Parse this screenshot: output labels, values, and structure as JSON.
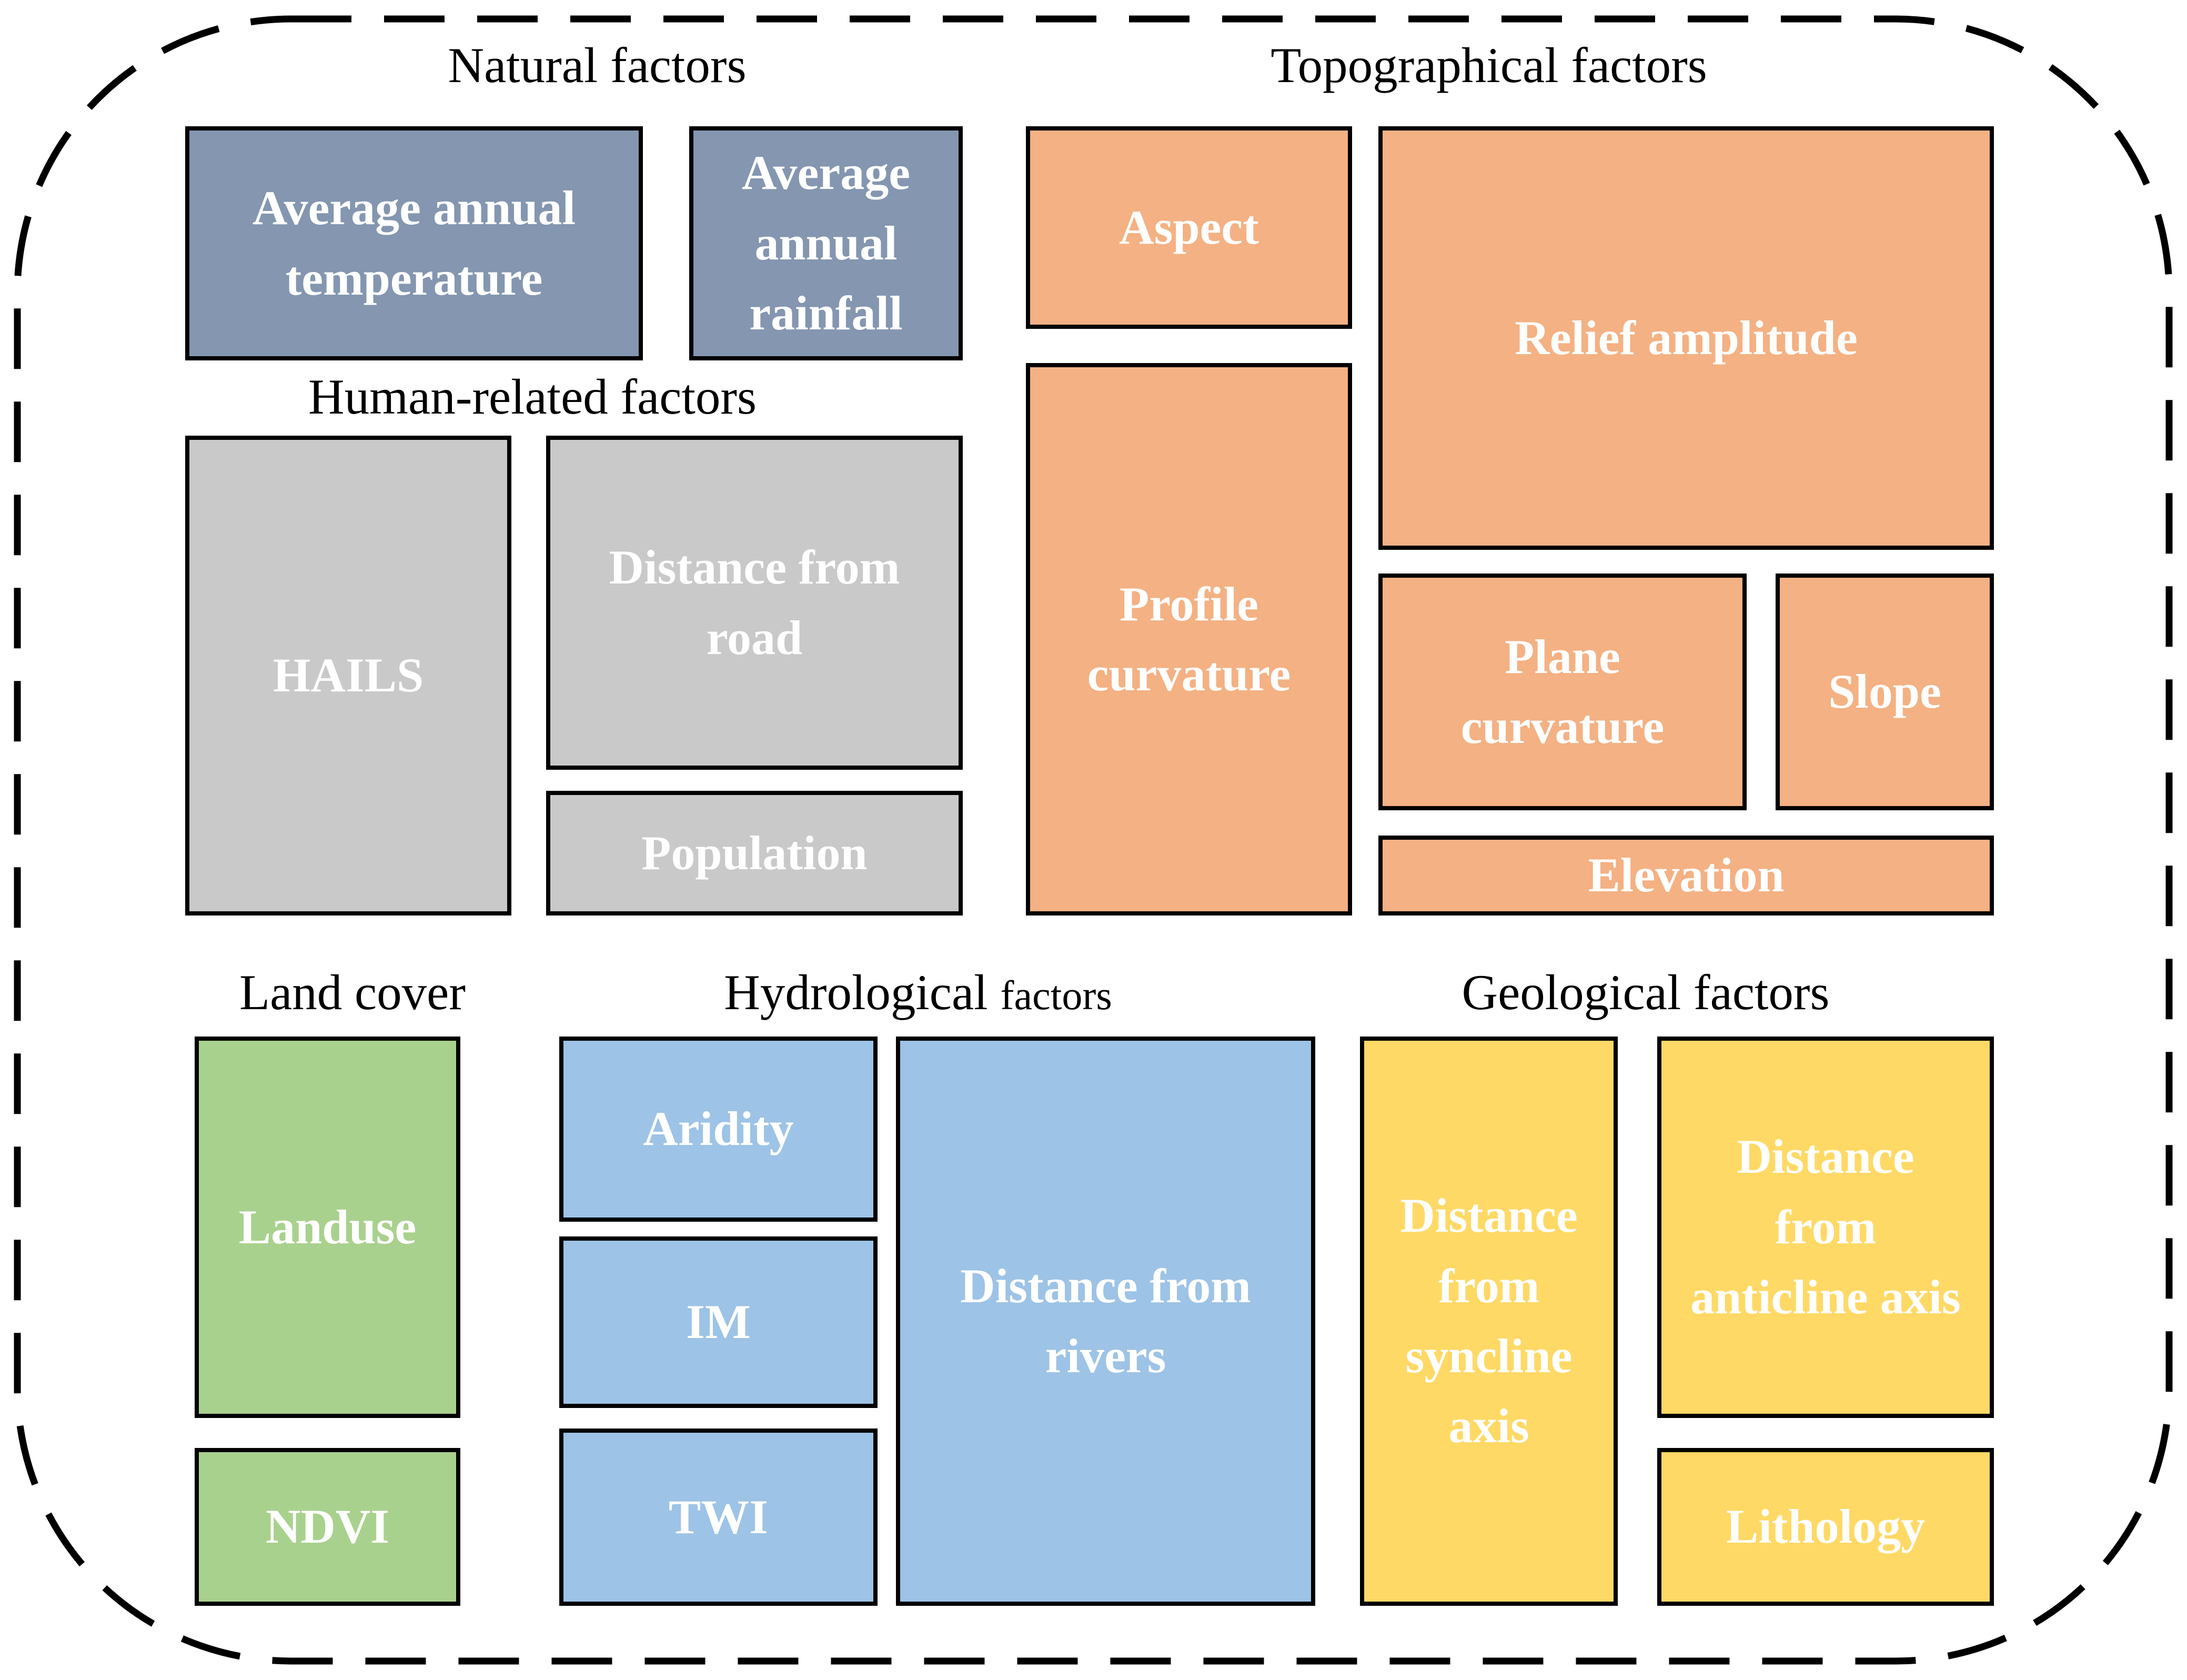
{
  "figure": {
    "type": "grouped-factor-diagram",
    "description": "Factors grouped into six categories inside a dashed rounded border"
  },
  "colors": {
    "border": "#000000",
    "box_outline": "#000000",
    "label_text": "#FFFFFF",
    "header_text": "#000000",
    "natural": "#8496B0",
    "topographical": "#F4B183",
    "human": "#C9C9C9",
    "landcover": "#A9D18E",
    "hydrological": "#9DC3E6",
    "geological": "#FFD966"
  },
  "sections": {
    "natural": {
      "title": "Natural factors",
      "color": "#8496B0",
      "boxes": {
        "temperature": {
          "label": "Average annual\ntemperature"
        },
        "rainfall": {
          "label": "Average\nannual\nrainfall"
        }
      }
    },
    "topographical": {
      "title": "Topographical factors",
      "color": "#F4B183",
      "boxes": {
        "aspect": {
          "label": "Aspect"
        },
        "relief": {
          "label": "Relief amplitude"
        },
        "profile": {
          "label": "Profile\ncurvature"
        },
        "plane": {
          "label": "Plane\ncurvature"
        },
        "slope": {
          "label": "Slope"
        },
        "elevation": {
          "label": "Elevation"
        }
      }
    },
    "human": {
      "title": "Human-related factors",
      "color": "#C9C9C9",
      "boxes": {
        "hails": {
          "label": "HAILS"
        },
        "road": {
          "label": "Distance from\nroad"
        },
        "population": {
          "label": "Population"
        }
      }
    },
    "landcover": {
      "title": "Land cover",
      "color": "#A9D18E",
      "boxes": {
        "landuse": {
          "label": "Landuse"
        },
        "ndvi": {
          "label": "NDVI"
        }
      }
    },
    "hydrological": {
      "title_main": "Hydrological",
      "title_suffix": "factors",
      "color": "#9DC3E6",
      "boxes": {
        "aridity": {
          "label": "Aridity"
        },
        "im": {
          "label": "IM"
        },
        "twi": {
          "label": "TWI"
        },
        "rivers": {
          "label": "Distance from\nrivers"
        }
      }
    },
    "geological": {
      "title": "Geological factors",
      "color": "#FFD966",
      "boxes": {
        "syncline": {
          "label": "Distance\nfrom\nsyncline\naxis"
        },
        "anticline": {
          "label": "Distance\nfrom\nanticline axis"
        },
        "lithology": {
          "label": "Lithology"
        }
      }
    }
  }
}
